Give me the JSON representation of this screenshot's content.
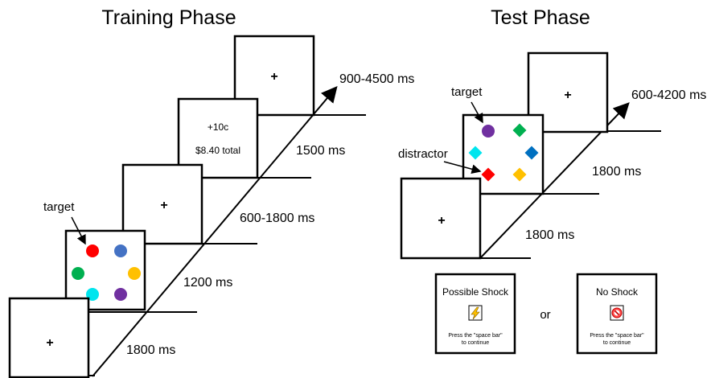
{
  "training": {
    "title": "Training Phase",
    "fixation": "+",
    "feedback_line1": "+10c",
    "feedback_line2": "$8.40 total",
    "target_label": "target",
    "timings": [
      "1800 ms",
      "1200 ms",
      "600-1800 ms",
      "1500 ms",
      "900-4500 ms"
    ]
  },
  "test": {
    "title": "Test Phase",
    "fixation": "+",
    "target_label": "target",
    "distractor_label": "distractor",
    "timings": [
      "1800 ms",
      "1800 ms",
      "600-4200 ms"
    ]
  },
  "outcomes": {
    "shock_title": "Possible Shock",
    "no_shock_title": "No Shock",
    "instruction_line1": "Press the \"space bar\"",
    "instruction_line2": "to continue",
    "or": "or",
    "shock_icon": "lightning-bolt-icon",
    "no_shock_icon": "no-symbol-icon"
  },
  "colors": {
    "red": "#ff0000",
    "blue": "#4472c4",
    "green": "#00b050",
    "yellow": "#ffc000",
    "cyan": "#00e5ee",
    "purple": "#7030a0",
    "diamond_blue": "#0070c0"
  }
}
